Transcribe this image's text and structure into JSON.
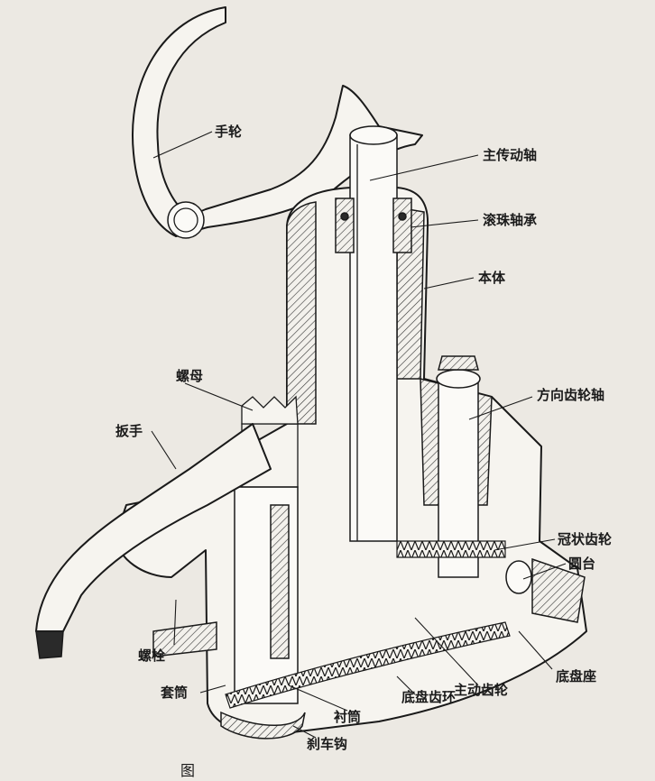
{
  "labels": {
    "handwheel": "手轮",
    "main_shaft": "主传动轴",
    "ball_bearing": "滚珠轴承",
    "body": "本体",
    "direction_gear_shaft": "方向齿轮轴",
    "nut": "螺母",
    "wrench": "扳手",
    "crown_gear": "冠状齿轮",
    "round_table": "圆台",
    "bolt": "螺栓",
    "chassis_base": "底盘座",
    "drive_gear": "主动齿轮",
    "sleeve": "套筒",
    "chassis_ring_gear": "底盘齿环",
    "bushing": "衬筒",
    "brake_hook": "刹车钩"
  },
  "caption": "图"
}
